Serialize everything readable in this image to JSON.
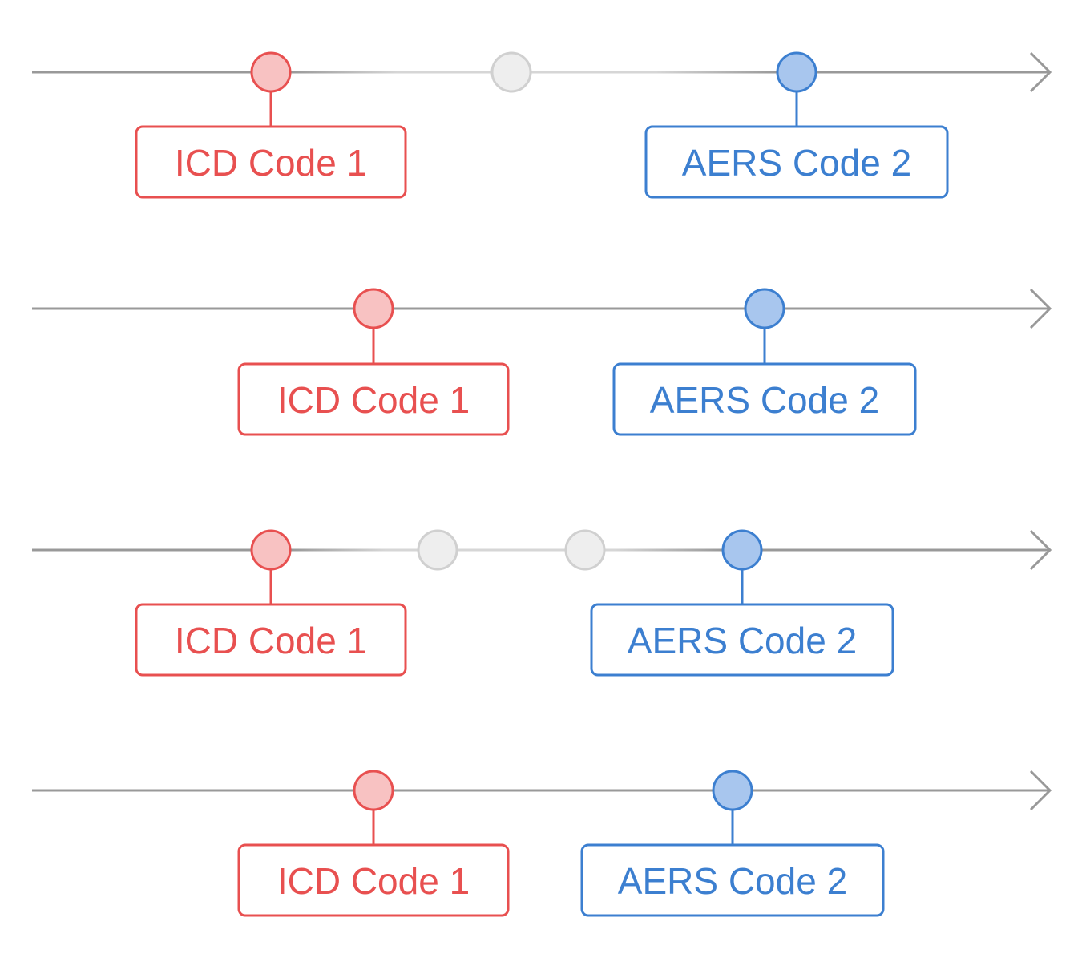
{
  "colors": {
    "axis": "#999999",
    "faded_axis": "#d6d6d6",
    "icd_stroke": "#e85050",
    "icd_fill": "#f8c2c2",
    "aers_stroke": "#3c7fd0",
    "aers_fill": "#a8c6ee",
    "gap_stroke": "#d0d0d0",
    "gap_fill": "#eeeeee"
  },
  "timelines": [
    {
      "icd": {
        "label": "ICD Code 1"
      },
      "aers": {
        "label": "AERS Code 2"
      },
      "intermediate_events": 1
    },
    {
      "icd": {
        "label": "ICD Code 1"
      },
      "aers": {
        "label": "AERS Code 2"
      },
      "intermediate_events": 0
    },
    {
      "icd": {
        "label": "ICD Code 1"
      },
      "aers": {
        "label": "AERS Code 2"
      },
      "intermediate_events": 2
    },
    {
      "icd": {
        "label": "ICD Code 1"
      },
      "aers": {
        "label": "AERS Code 2"
      },
      "intermediate_events": 0
    }
  ]
}
